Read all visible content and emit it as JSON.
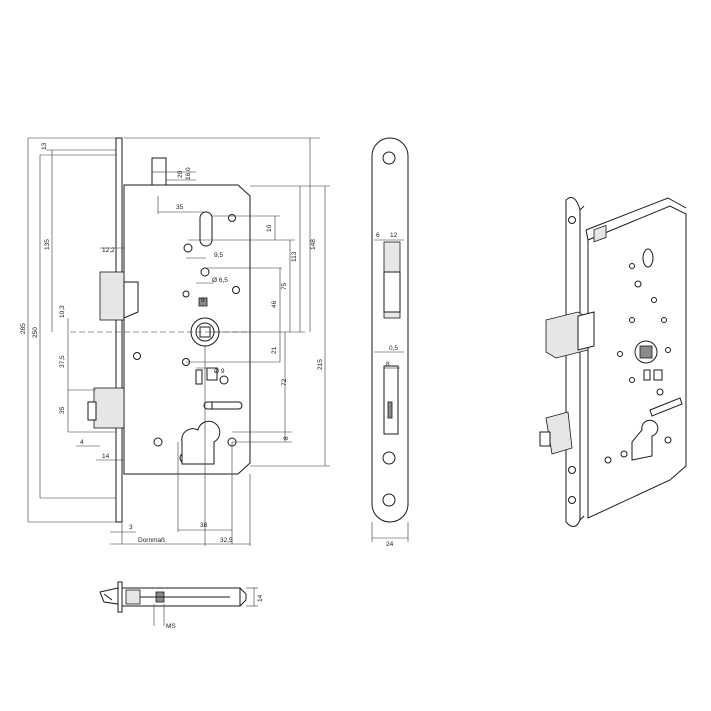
{
  "front_view": {
    "dims": {
      "d13": "13",
      "d20": "20",
      "d160": "16,0",
      "d35": "35",
      "d10": "10",
      "d148": "148",
      "d113": "113",
      "d75": "75",
      "d46": "46",
      "d21": "21",
      "d72": "72",
      "d215": "215",
      "d8": "8",
      "d95": "9,5",
      "d65": "Ø 6,5",
      "d9a": "9",
      "d9b": "Ø 9",
      "d12": "12,2",
      "d103": "10,3",
      "d375": "37,5",
      "d35b": "35",
      "d4": "4",
      "d14": "14",
      "d135": "135",
      "d250": "250",
      "d285": "285",
      "d3": "3",
      "d38": "38",
      "dorn": "Dornmaß",
      "d325": "32,5"
    }
  },
  "side_view": {
    "dims": {
      "d6": "6",
      "d12": "12",
      "d05": "0,5",
      "d8": "8",
      "d24": "24"
    }
  },
  "bottom_view": {
    "dims": {
      "d14": "14",
      "ms": "MS"
    }
  }
}
